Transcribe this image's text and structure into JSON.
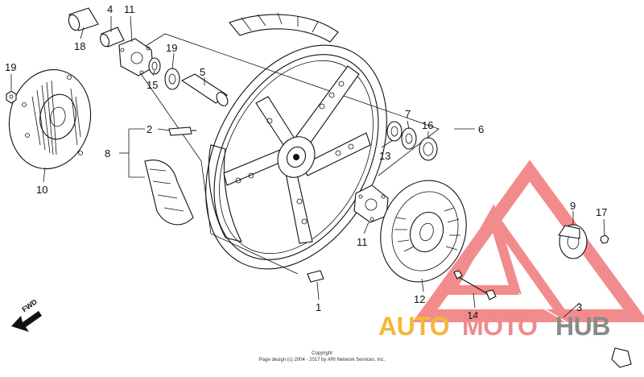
{
  "callouts": [
    {
      "id": "c1",
      "text": "1"
    },
    {
      "id": "c2",
      "text": "2"
    },
    {
      "id": "c3",
      "text": "3"
    },
    {
      "id": "c4",
      "text": "4"
    },
    {
      "id": "c5",
      "text": "5"
    },
    {
      "id": "c6",
      "text": "6"
    },
    {
      "id": "c7",
      "text": "7"
    },
    {
      "id": "c8",
      "text": "8"
    },
    {
      "id": "c9",
      "text": "9"
    },
    {
      "id": "c10",
      "text": "10"
    },
    {
      "id": "c11a",
      "text": "11"
    },
    {
      "id": "c11b",
      "text": "11"
    },
    {
      "id": "c12",
      "text": "12"
    },
    {
      "id": "c13",
      "text": "13"
    },
    {
      "id": "c14",
      "text": "14"
    },
    {
      "id": "c15",
      "text": "15"
    },
    {
      "id": "c16",
      "text": "16"
    },
    {
      "id": "c17",
      "text": "17"
    },
    {
      "id": "c18",
      "text": "18"
    },
    {
      "id": "c19a",
      "text": "19"
    },
    {
      "id": "c19b",
      "text": "19"
    }
  ],
  "direction_label": "FWD",
  "watermark": {
    "part1": "AUTO",
    "part2": "MOTO",
    "part3": "HUB",
    "color_part1": "#f5b73a",
    "color_part2": "#f08a8a",
    "color_part3": "#8a8a8a",
    "logo_color": "#f07878"
  },
  "copyright": {
    "line1": "Copyright",
    "line2": "Page design (c) 2004 - 2017 by ARI Network Services, Inc."
  }
}
